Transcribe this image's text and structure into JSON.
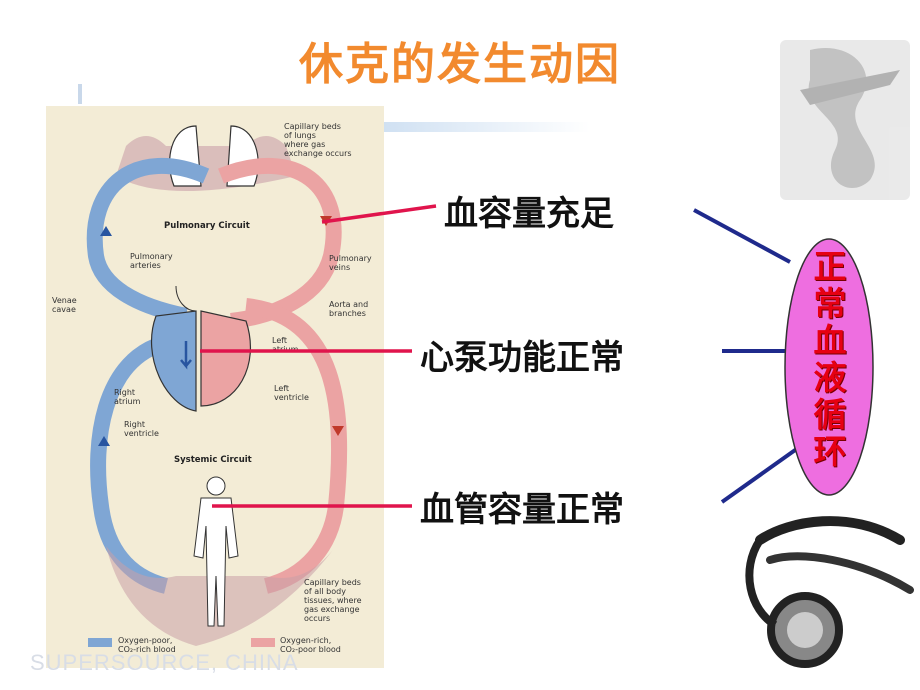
{
  "slide": {
    "title": "休克的发生动因",
    "watermark": "SUPERSOURCE, CHINA"
  },
  "factors": [
    "血容量充足",
    "心泵功能正常",
    "血管容量正常"
  ],
  "result": {
    "label": "正常血液循环",
    "chars": [
      "正",
      "常",
      "血",
      "液",
      "循",
      "环"
    ]
  },
  "diagram": {
    "pulmonary_circuit": "Pulmonary Circuit",
    "systemic_circuit": "Systemic Circuit",
    "labels": {
      "capillary_lungs": "Capillary beds\nof lungs\nwhere gas\nexchange occurs",
      "pulmonary_arteries": "Pulmonary\narteries",
      "pulmonary_veins": "Pulmonary\nveins",
      "venae_cavae": "Venae\ncavae",
      "aorta": "Aorta and\nbranches",
      "left_atrium": "Left\natrium",
      "left_ventricle": "Left\nventricle",
      "right_atrium": "Right\natrium",
      "right_ventricle": "Right\nventricle",
      "capillary_body": "Capillary beds\nof all body\ntissues, where\ngas exchange\noccurs"
    },
    "legend": {
      "oxygen_poor": "Oxygen-poor,\nCO₂-rich blood",
      "oxygen_rich": "Oxygen-rich,\nCO₂-poor blood"
    }
  },
  "colors": {
    "title": "#f28a2e",
    "connector": "#e0144c",
    "bracket": "#1f2a8c",
    "oval_fill": "#ee6ee0",
    "oval_text": "#e60012",
    "oxygen_poor": "#7fa6d4",
    "oxygen_rich": "#eba3a3"
  }
}
